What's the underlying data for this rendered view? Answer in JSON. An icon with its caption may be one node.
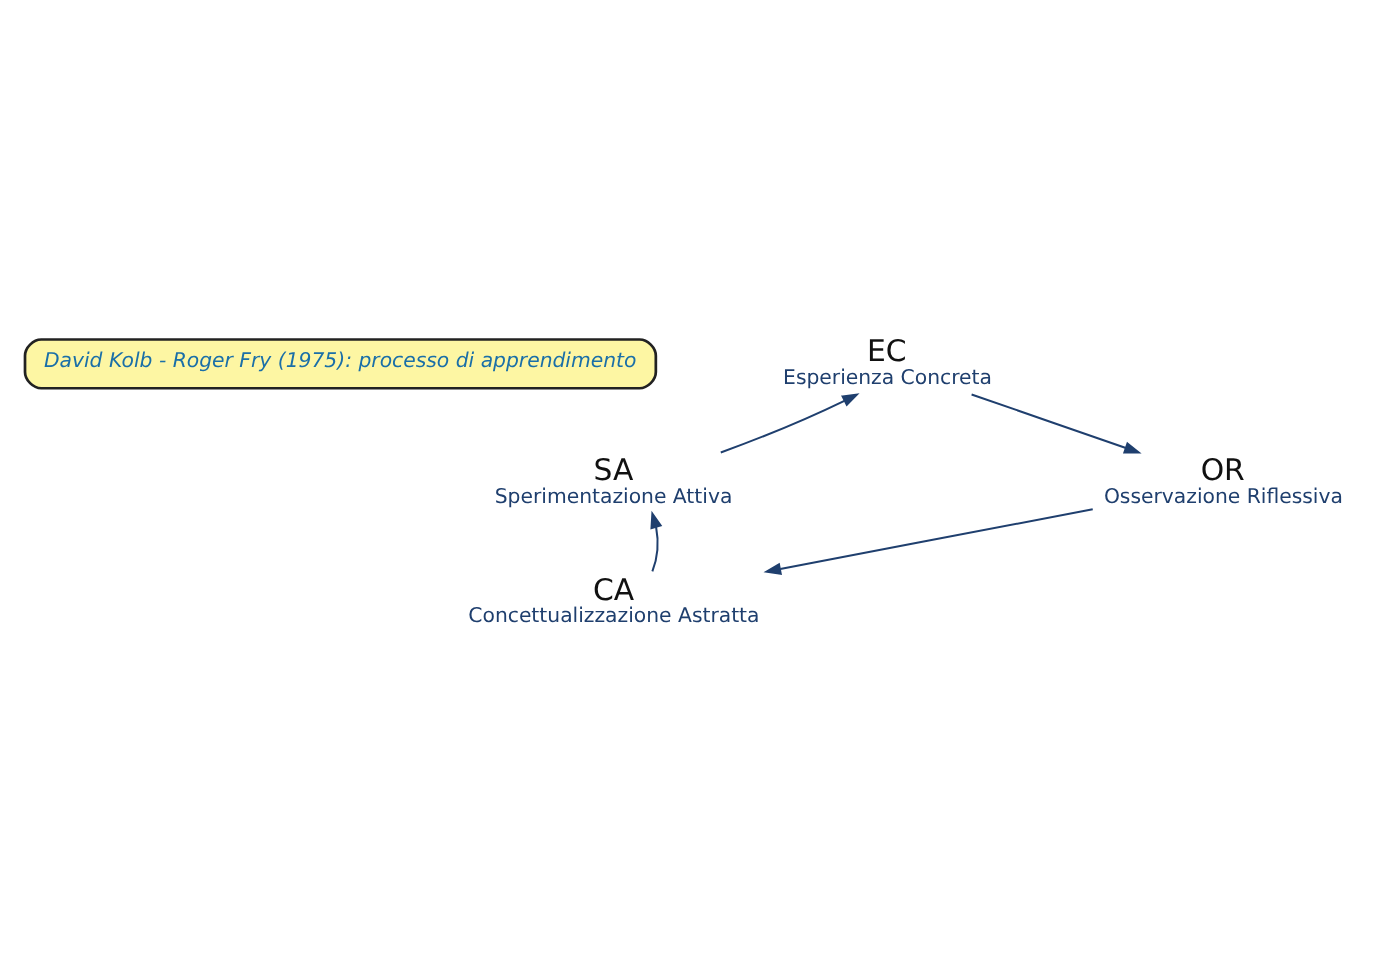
{
  "diagram": {
    "nodes": [
      {
        "text": [
          "David Kolb - Roger Fry (1975): processo di apprendimento"
        ]
      },
      {
        "text": [
          "EC",
          "Esperienza Concreta"
        ]
      },
      {
        "text": [
          "OR",
          "Osservazione Riflessiva"
        ]
      },
      {
        "text": [
          "CA",
          "Concettualizzazione Astratta"
        ]
      },
      {
        "text": [
          "SA",
          "Sperimentazione Attiva"
        ]
      }
    ],
    "edges": [
      {
        "from": 1,
        "to": 2,
        "arrow": "to"
      },
      {
        "from": 2,
        "to": 3,
        "arrow": "to"
      },
      {
        "from": 3,
        "to": 4,
        "arrow": "to"
      },
      {
        "from": 4,
        "to": 1,
        "arrow": "to"
      }
    ]
  }
}
